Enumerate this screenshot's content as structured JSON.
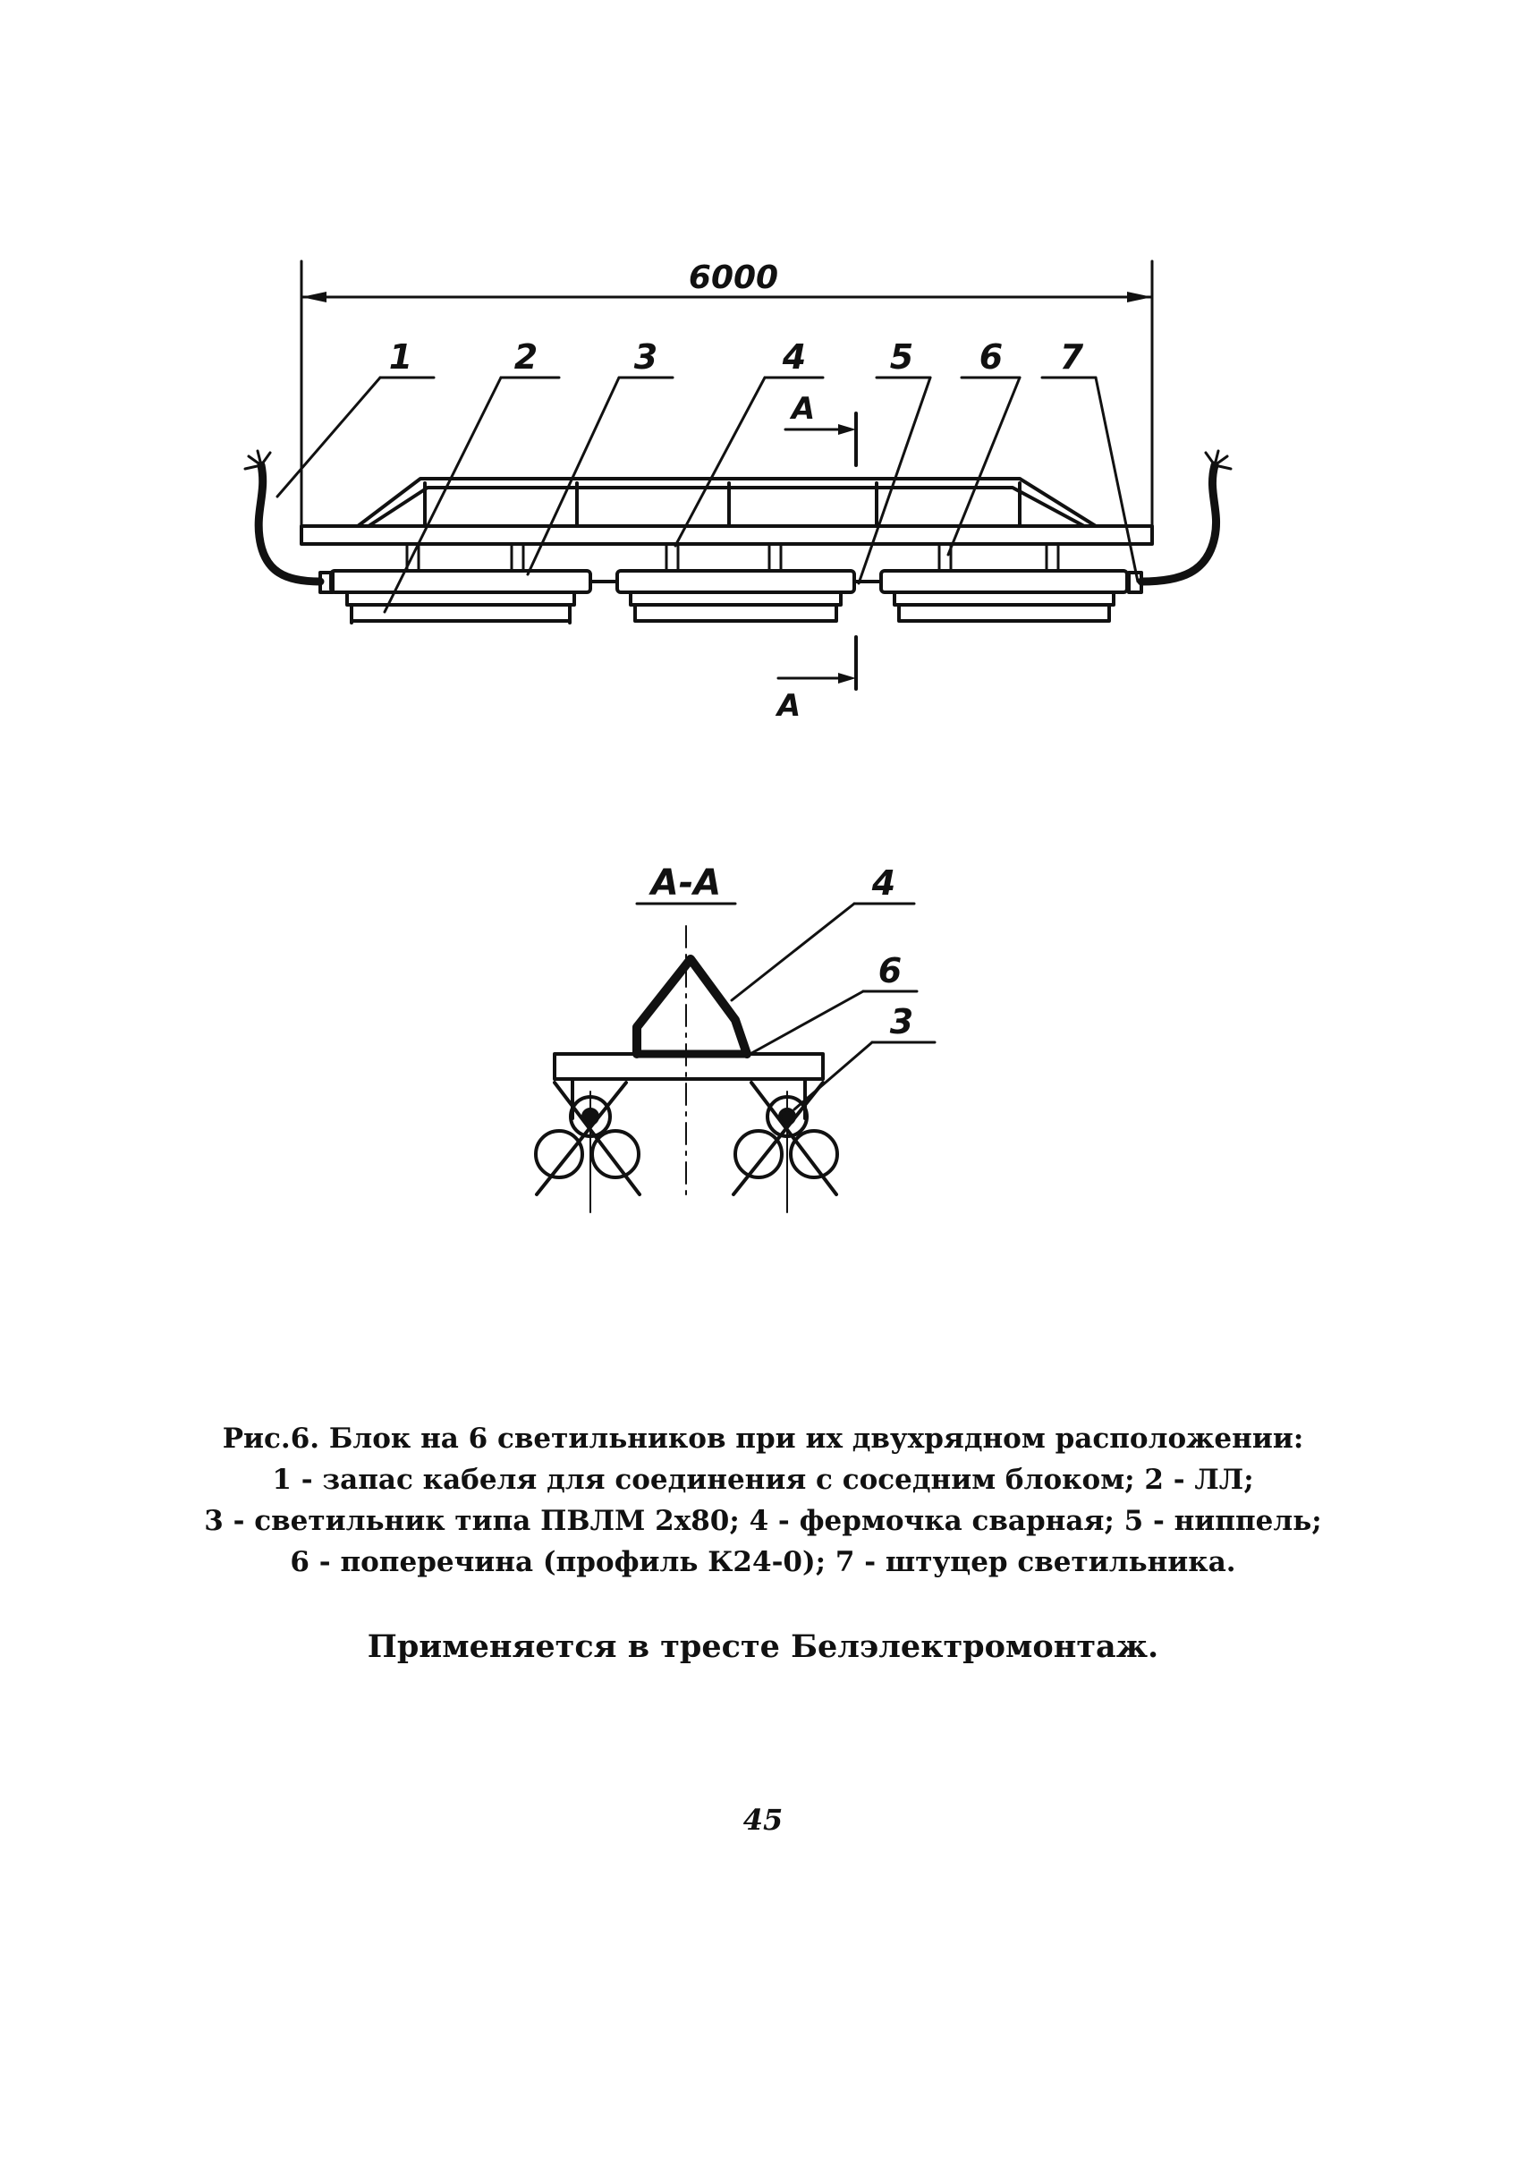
{
  "figure": {
    "dimension_label": "6000",
    "callouts": [
      "1",
      "2",
      "3",
      "4",
      "5",
      "6",
      "7"
    ],
    "section_mark": "А",
    "section_title": "А-А",
    "section_callouts": [
      "4",
      "6",
      "3"
    ]
  },
  "caption": {
    "line1": "Рис.6. Блок на 6 светильников при их двухрядном расположении:",
    "line2": "1 - запас кабеля для соединения с соседним блоком; 2 - ЛЛ;",
    "line3": "3 - светильник типа ПВЛМ 2х80; 4 - фермочка сварная; 5 - ниппель;",
    "line4": "6 - поперечина (профиль К24-0); 7 - штуцер светильника."
  },
  "applies_note": "Применяется в тресте Белэлектромонтаж.",
  "page_number": "45"
}
